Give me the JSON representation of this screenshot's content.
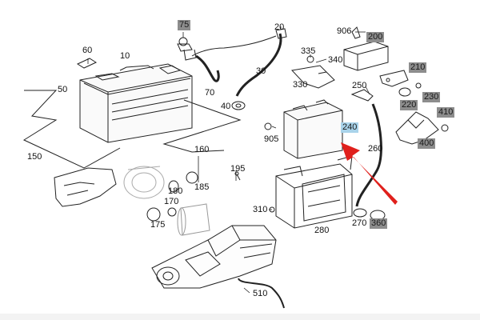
{
  "labels": {
    "l75": "75",
    "l20": "20",
    "l906": "906",
    "l200": "200",
    "l60": "60",
    "l10": "10",
    "l335": "335",
    "l340": "340",
    "l210": "210",
    "l30": "30",
    "l50": "50",
    "l70": "70",
    "l330": "330",
    "l250": "250",
    "l220": "220",
    "l230": "230",
    "l410": "410",
    "l40": "40",
    "l240": "240",
    "l905": "905",
    "l400": "400",
    "l260": "260",
    "l150": "150",
    "l160": "160",
    "l195": "195",
    "l180": "180",
    "l185": "185",
    "l170": "170",
    "l310": "310",
    "l175": "175",
    "l270": "270",
    "l360": "360",
    "l280": "280",
    "l510": "510"
  },
  "colors": {
    "grey_tag": "#8d8d8d",
    "highlight_tag": "#a9d3ea",
    "arrow": "#e0201c"
  }
}
